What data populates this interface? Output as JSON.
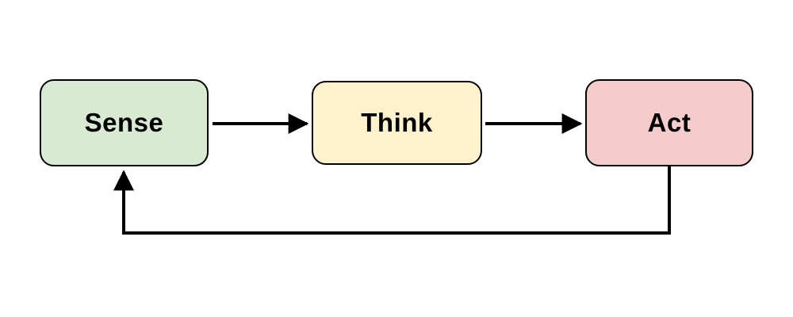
{
  "diagram": {
    "type": "flowchart",
    "background": "#ffffff",
    "nodes": [
      {
        "id": "sense",
        "label": "Sense",
        "fill": "#d9ead3",
        "border": "#000000",
        "shape": "rounded-rectangle"
      },
      {
        "id": "think",
        "label": "Think",
        "fill": "#fff2cc",
        "border": "#000000",
        "shape": "rounded-rectangle"
      },
      {
        "id": "act",
        "label": "Act",
        "fill": "#f4cccc",
        "border": "#000000",
        "shape": "rounded-rectangle"
      }
    ],
    "edges": [
      {
        "from": "sense",
        "to": "think",
        "style": "straight-arrow"
      },
      {
        "from": "think",
        "to": "act",
        "style": "straight-arrow"
      },
      {
        "from": "act",
        "to": "sense",
        "style": "feedback-loop-arrow",
        "route": "down-left-up"
      }
    ],
    "colors": {
      "arrow": "#000000",
      "text": "#000000"
    }
  }
}
